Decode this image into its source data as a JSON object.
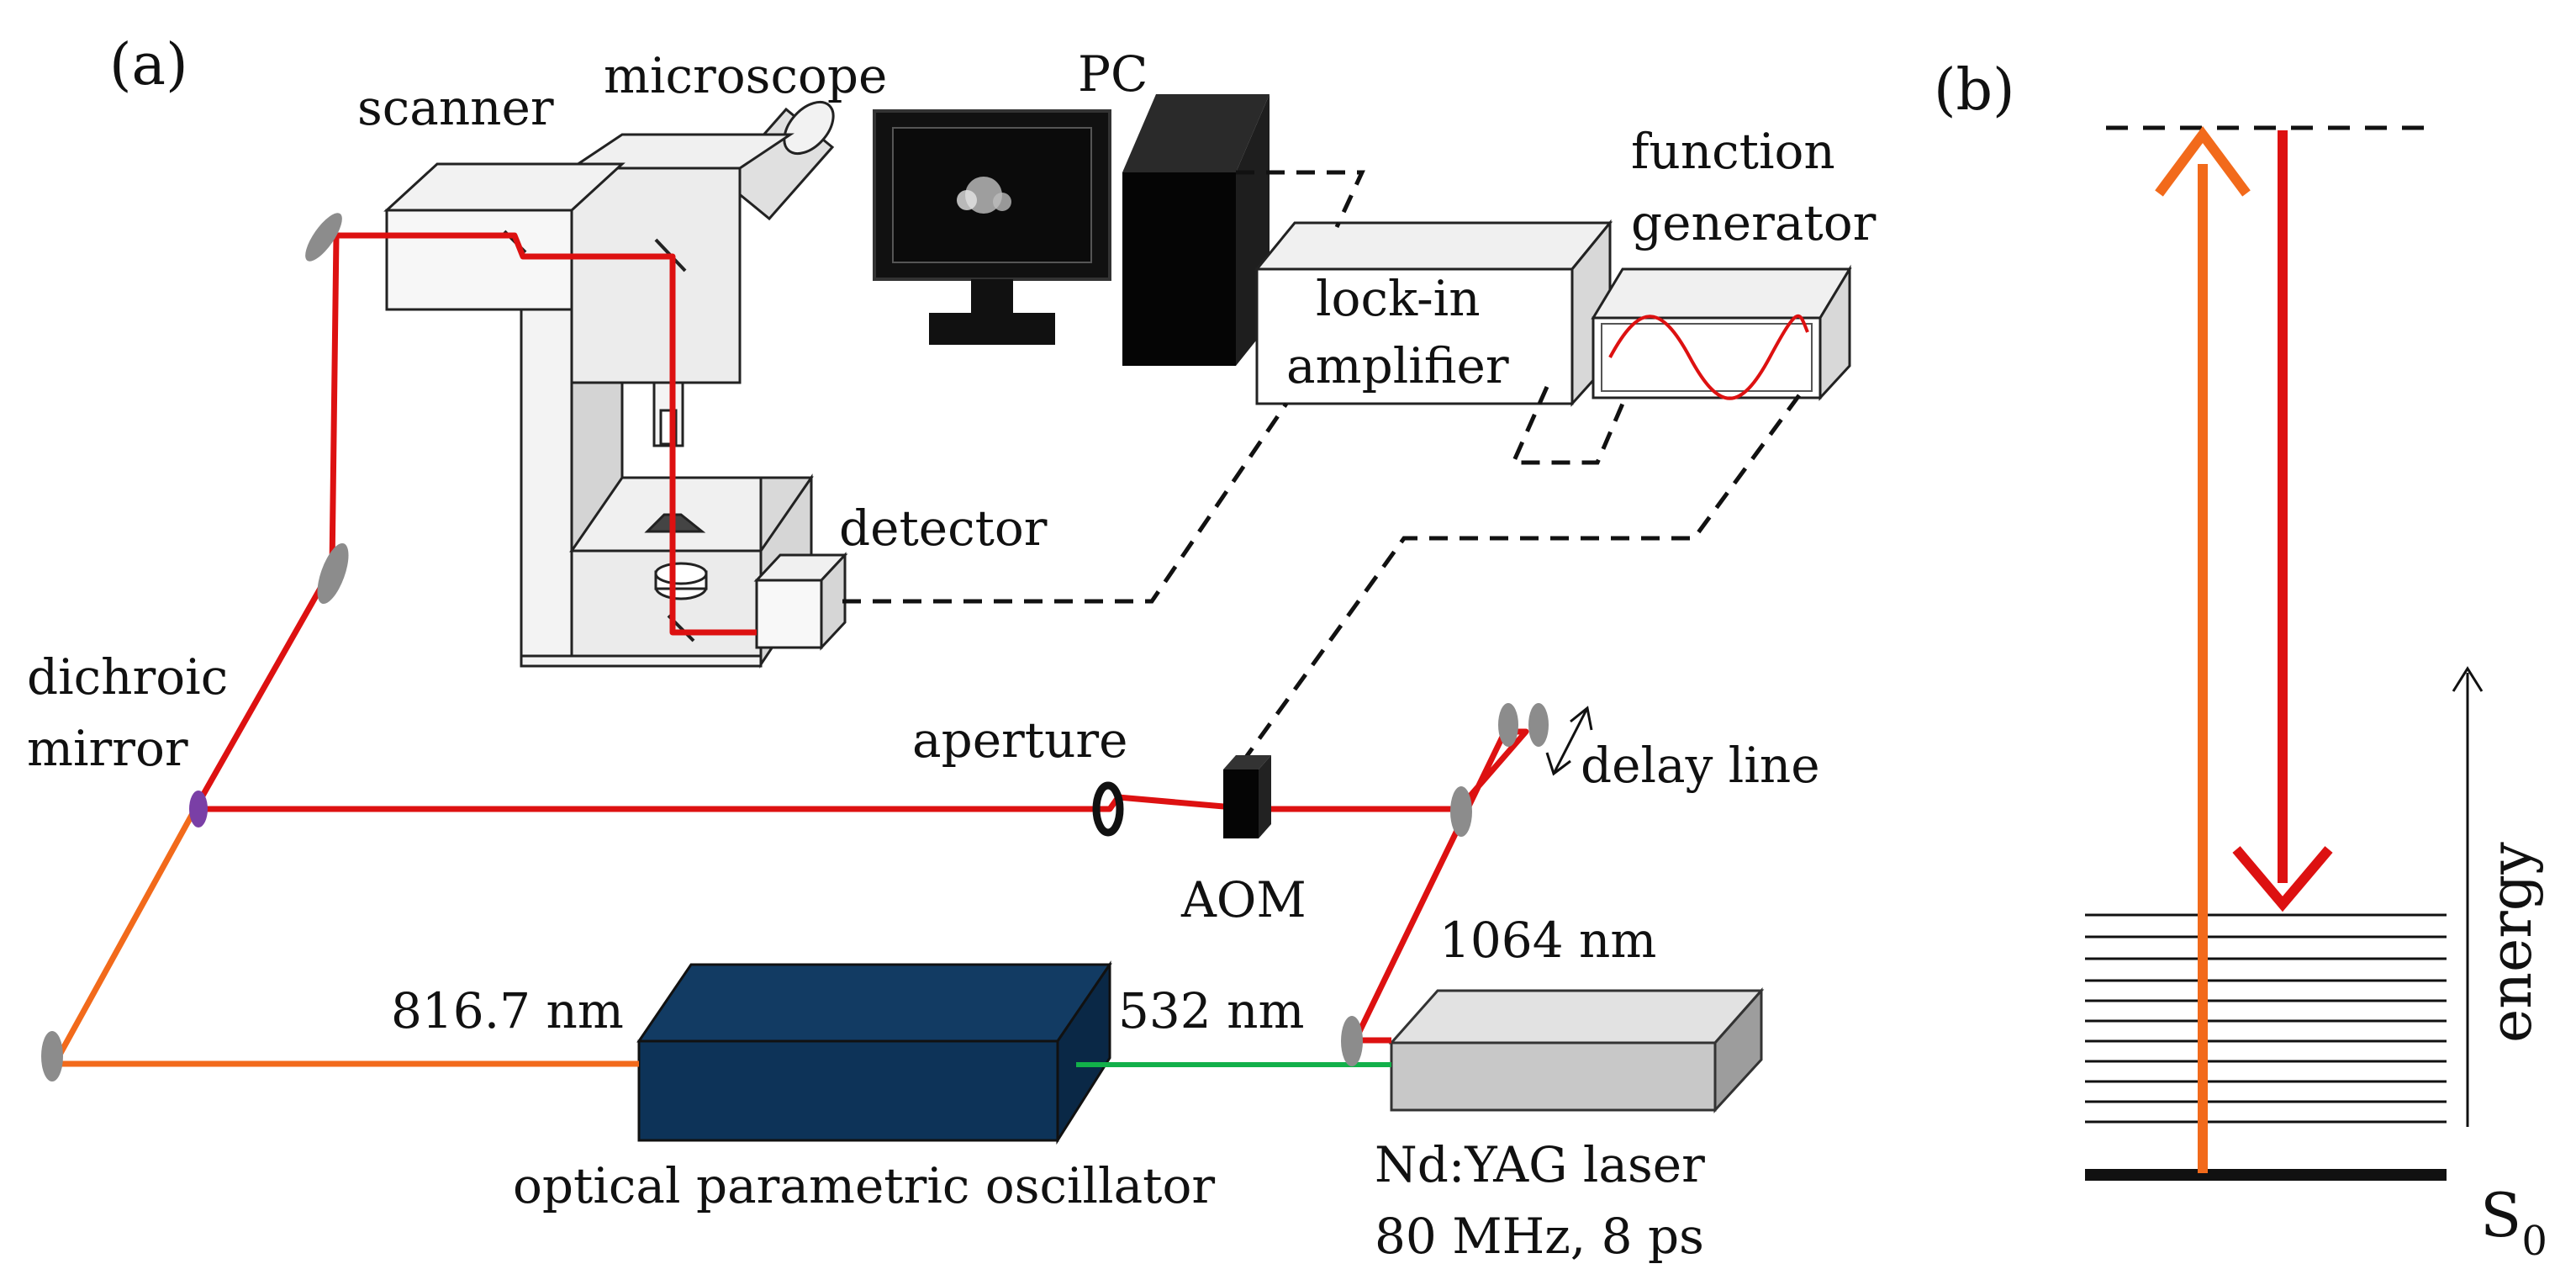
{
  "panel_a": {
    "panel_label": "(a)",
    "labels": {
      "scanner": "scanner",
      "microscope": "microscope",
      "pc": "PC",
      "function_generator_line1": "function",
      "function_generator_line2": "generator",
      "lockin_line1": "lock-in",
      "lockin_line2": "amplifier",
      "detector": "detector",
      "dichroic_line1": "dichroic",
      "dichroic_line2": "mirror",
      "aperture": "aperture",
      "delay_line": "delay line",
      "aom": "AOM",
      "wavelength_1064": "1064 nm",
      "wavelength_816": "816.7 nm",
      "wavelength_532": "532 nm",
      "opo": "optical parametric oscillator",
      "laser_line1": "Nd:YAG laser",
      "laser_line2": "80 MHz, 8 ps"
    }
  },
  "panel_b": {
    "panel_label": "(b)",
    "axis_label": "energy",
    "ground_state": "S",
    "ground_state_sub": "0"
  },
  "colors": {
    "red_beam": "#dd1111",
    "orange_beam": "#f26a1b",
    "green_beam": "#12b04a",
    "opo_box": "#0d3358",
    "laser_box": "#c8c8c8",
    "mirror": "#8c8c8c",
    "dichroic": "#7a3fa6"
  }
}
